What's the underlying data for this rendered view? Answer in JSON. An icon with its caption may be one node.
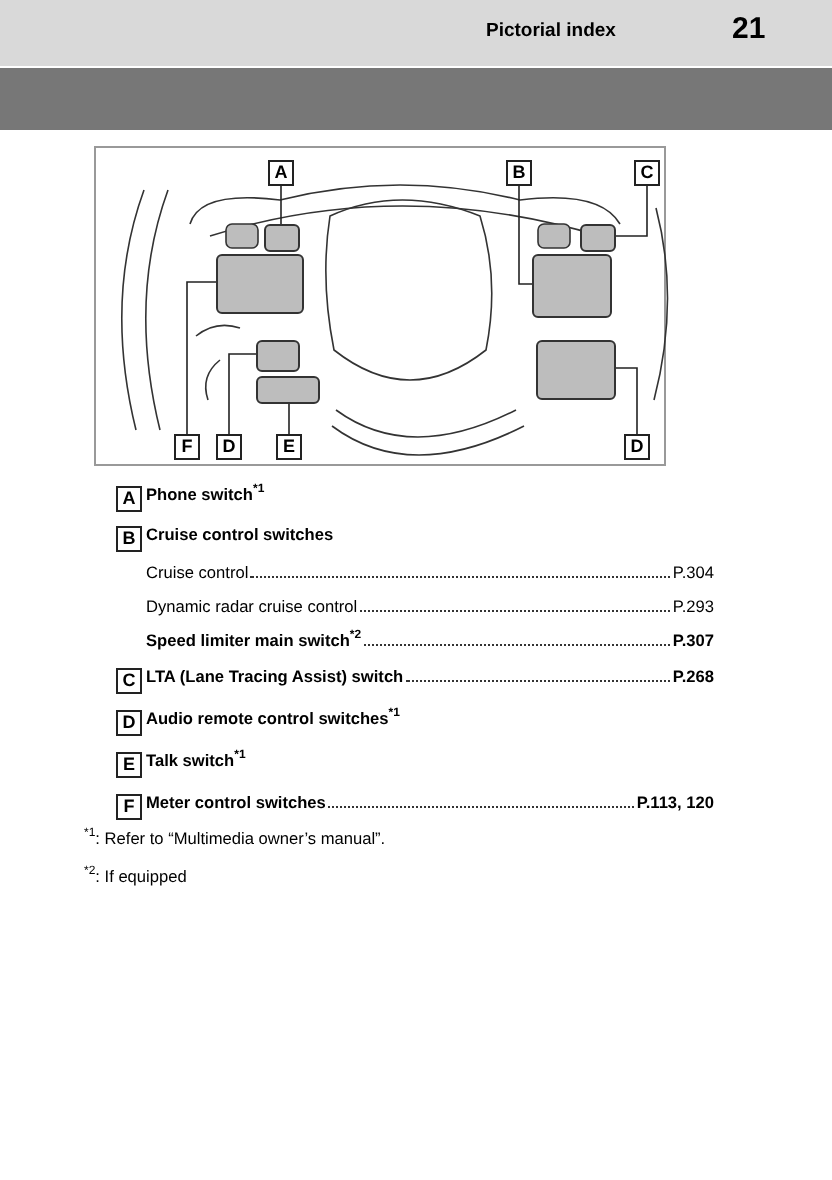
{
  "diagram": {
    "nodes": [
      {
        "text": [
          "A"
        ]
      },
      {
        "text": [
          "B"
        ]
      },
      {
        "text": [
          "C"
        ]
      },
      {
        "text": [
          "F"
        ]
      },
      {
        "text": [
          "D"
        ]
      },
      {
        "text": [
          "E"
        ]
      },
      {
        "text": [
          "D"
        ]
      },
      {
        "text": [],
        "shape": "box"
      },
      {
        "text": [],
        "shape": "box"
      },
      {
        "text": [],
        "shape": "box"
      },
      {
        "text": [],
        "shape": "box"
      },
      {
        "text": [],
        "shape": "box"
      },
      {
        "text": [],
        "shape": "box"
      },
      {
        "text": [],
        "shape": "box"
      },
      {
        "text": [
          "A"
        ]
      },
      {
        "text": [
          "B"
        ]
      },
      {
        "text": [
          "C"
        ]
      },
      {
        "text": [
          "D"
        ]
      },
      {
        "text": [
          "E"
        ]
      },
      {
        "text": [
          "F"
        ]
      }
    ],
    "edges": [
      {
        "from": 0,
        "to": 7,
        "arrow": "none"
      },
      {
        "from": 1,
        "to": 8,
        "arrow": "none"
      },
      {
        "from": 2,
        "to": 9,
        "arrow": "none"
      },
      {
        "from": 3,
        "to": 10,
        "arrow": "none"
      },
      {
        "from": 4,
        "to": 11,
        "arrow": "none"
      },
      {
        "from": 5,
        "to": 12,
        "arrow": "none"
      },
      {
        "from": 6,
        "to": 13,
        "arrow": "none"
      }
    ],
    "labels": [
      "Pictorial index",
      "21",
      "Phone switch$^{*1}$",
      "Cruise control switches",
      "Cruise control",
      "P.304",
      "Dynamic radar cruise control",
      "P.293",
      "Speed limiter main switch$^{*2}$",
      "P.307",
      "LTA (Lane Tracing Assist) switch",
      "P.268",
      "Audio remote control switches$^{*1}$",
      "Talk switch$^{*1}$",
      "Meter control switches",
      "P.113, 120",
      "$^{*1}$: Refer to “Multimedia owner’s manual”.",
      "$^{*2}$: If equipped"
    ]
  }
}
